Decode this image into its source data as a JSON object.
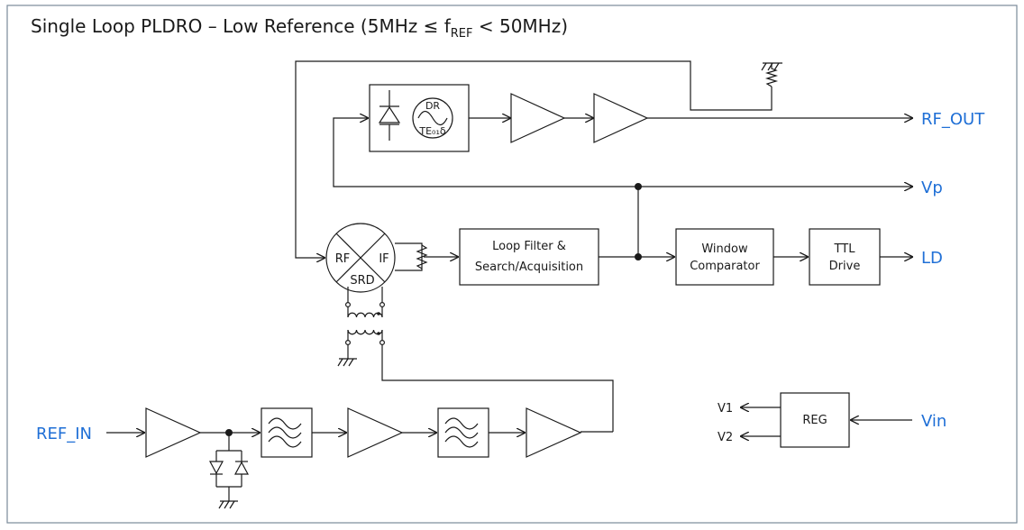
{
  "title": {
    "prefix": "Single Loop PLDRO – Low Reference (5MHz ≤ f",
    "sub": "REF",
    "suffix": " < 50MHz)"
  },
  "ports": {
    "rf_out": "RF_OUT",
    "vp": "Vp",
    "ld": "LD",
    "ref_in": "REF_IN",
    "vin": "Vin",
    "v1": "V1",
    "v2": "V2"
  },
  "blocks": {
    "dro_top": "DR",
    "dro_bottom": "TE₀₁δ",
    "mixer_rf": "RF",
    "mixer_if": "IF",
    "mixer_srd": "SRD",
    "loop_filter_line1": "Loop Filter &",
    "loop_filter_line2": "Search/Acquisition",
    "window_line1": "Window",
    "window_line2": "Comparator",
    "ttl_line1": "TTL",
    "ttl_line2": "Drive",
    "reg": "REG"
  },
  "colors": {
    "port_label": "#1f6fd6",
    "line": "#1a1a1a"
  }
}
